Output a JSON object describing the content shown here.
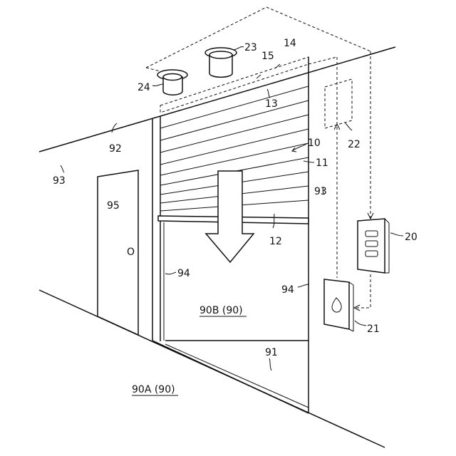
{
  "labels": {
    "n10": "10",
    "n11": "11",
    "n12": "12",
    "n13": "13",
    "n14": "14",
    "n15": "15",
    "n20": "20",
    "n21": "21",
    "n22": "22",
    "n23": "23",
    "n24": "24",
    "n91": "91",
    "n92": "92",
    "n93_left": "93",
    "n93_right": "93",
    "n94_left": "94",
    "n94_right": "94",
    "n95": "95",
    "door_mark": "O",
    "room_b": "90B (90)",
    "room_a": "90A (90)"
  }
}
